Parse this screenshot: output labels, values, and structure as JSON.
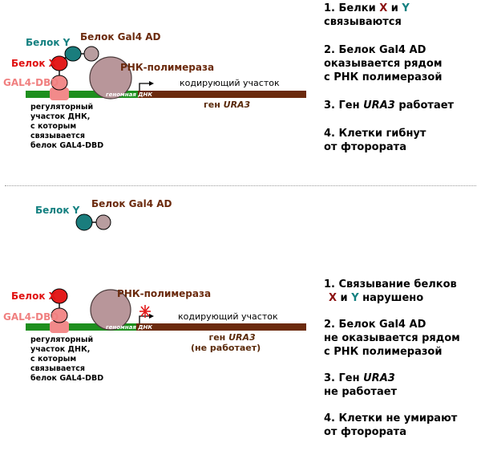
{
  "colors": {
    "protein_x": "#e31c1c",
    "protein_y": "#1a7d7d",
    "gal4_ad": "#b89d9f",
    "gal4_dbd": "#f28a8a",
    "rna_pol": "#b8969a",
    "regulatory_dna": "#1e8f1e",
    "gene_dna": "#6b2a0d",
    "label_x": "#e01010",
    "label_y": "#138080",
    "label_ad": "#6b2a0d",
    "label_dbd": "#f08080"
  },
  "top": {
    "label_y": "Белок Y",
    "label_ad": "Белок Gal4 AD",
    "label_x": "Белок X",
    "label_dbd": "GAL4-DBD",
    "label_rna_pol": "РНК-полимераза",
    "label_coding": "кодирующий участок",
    "label_genomic": "геномная ДНК",
    "gene_prefix": "ген ",
    "gene_name": "URA3",
    "regulatory_lines": [
      "регуляторный",
      "участок ДНК,",
      "с которым",
      "связывается",
      "белок GAL4-DBD"
    ],
    "steps": {
      "s1_prefix": "1. Белки ",
      "s1_x": "X",
      "s1_and": " и ",
      "s1_y": "Y",
      "s1_line2": "связываются",
      "s2_line1": "2. Белок Gal4 AD",
      "s2_line2": "оказывается рядом",
      "s2_line3": "с РНК полимеразой",
      "s3_prefix": "3. Ген ",
      "s3_gene": "URA3",
      "s3_suffix": " работает",
      "s4_line1": "4. Клетки гибнут",
      "s4_line2": "от фторората"
    }
  },
  "middle": {
    "label_y": "Белок Y",
    "label_ad": "Белок Gal4 AD"
  },
  "bottom": {
    "label_x": "Белок X",
    "label_dbd": "GAL4-DBD",
    "label_rna_pol": "РНК-полимераза",
    "label_coding": "кодирующий участок",
    "label_genomic": "геномная ДНК",
    "gene_prefix": "ген ",
    "gene_name": "URA3",
    "gene_status": "(не работает)",
    "regulatory_lines": [
      "регуляторный",
      "участок ДНК,",
      "с которым",
      "связывается",
      "белок GAL4-DBD"
    ],
    "steps": {
      "s1_line1": "1. Связывание белков",
      "s1_x": "X",
      "s1_and": " и ",
      "s1_y": "Y",
      "s1_suffix": " нарушено",
      "s2_line1": "2. Белок Gal4 AD",
      "s2_line2": "не оказывается рядом",
      "s2_line3": "с РНК полимеразой",
      "s3_prefix": "3. Ген  ",
      "s3_gene": "URA3",
      "s3_line2": "не работает",
      "s4_line1": "4. Клетки не умирают",
      "s4_line2": "от фторората"
    }
  }
}
